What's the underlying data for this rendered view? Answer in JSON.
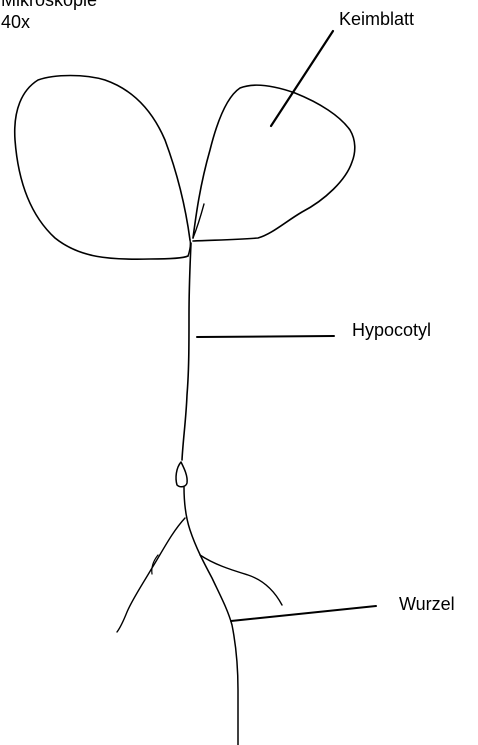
{
  "header": {
    "title_cutoff": "Mikroskopie",
    "magnification": "40x"
  },
  "labels": {
    "cotyledon": "Keimblatt",
    "hypocotyl": "Hypocotyl",
    "root": "Wurzel"
  }
}
